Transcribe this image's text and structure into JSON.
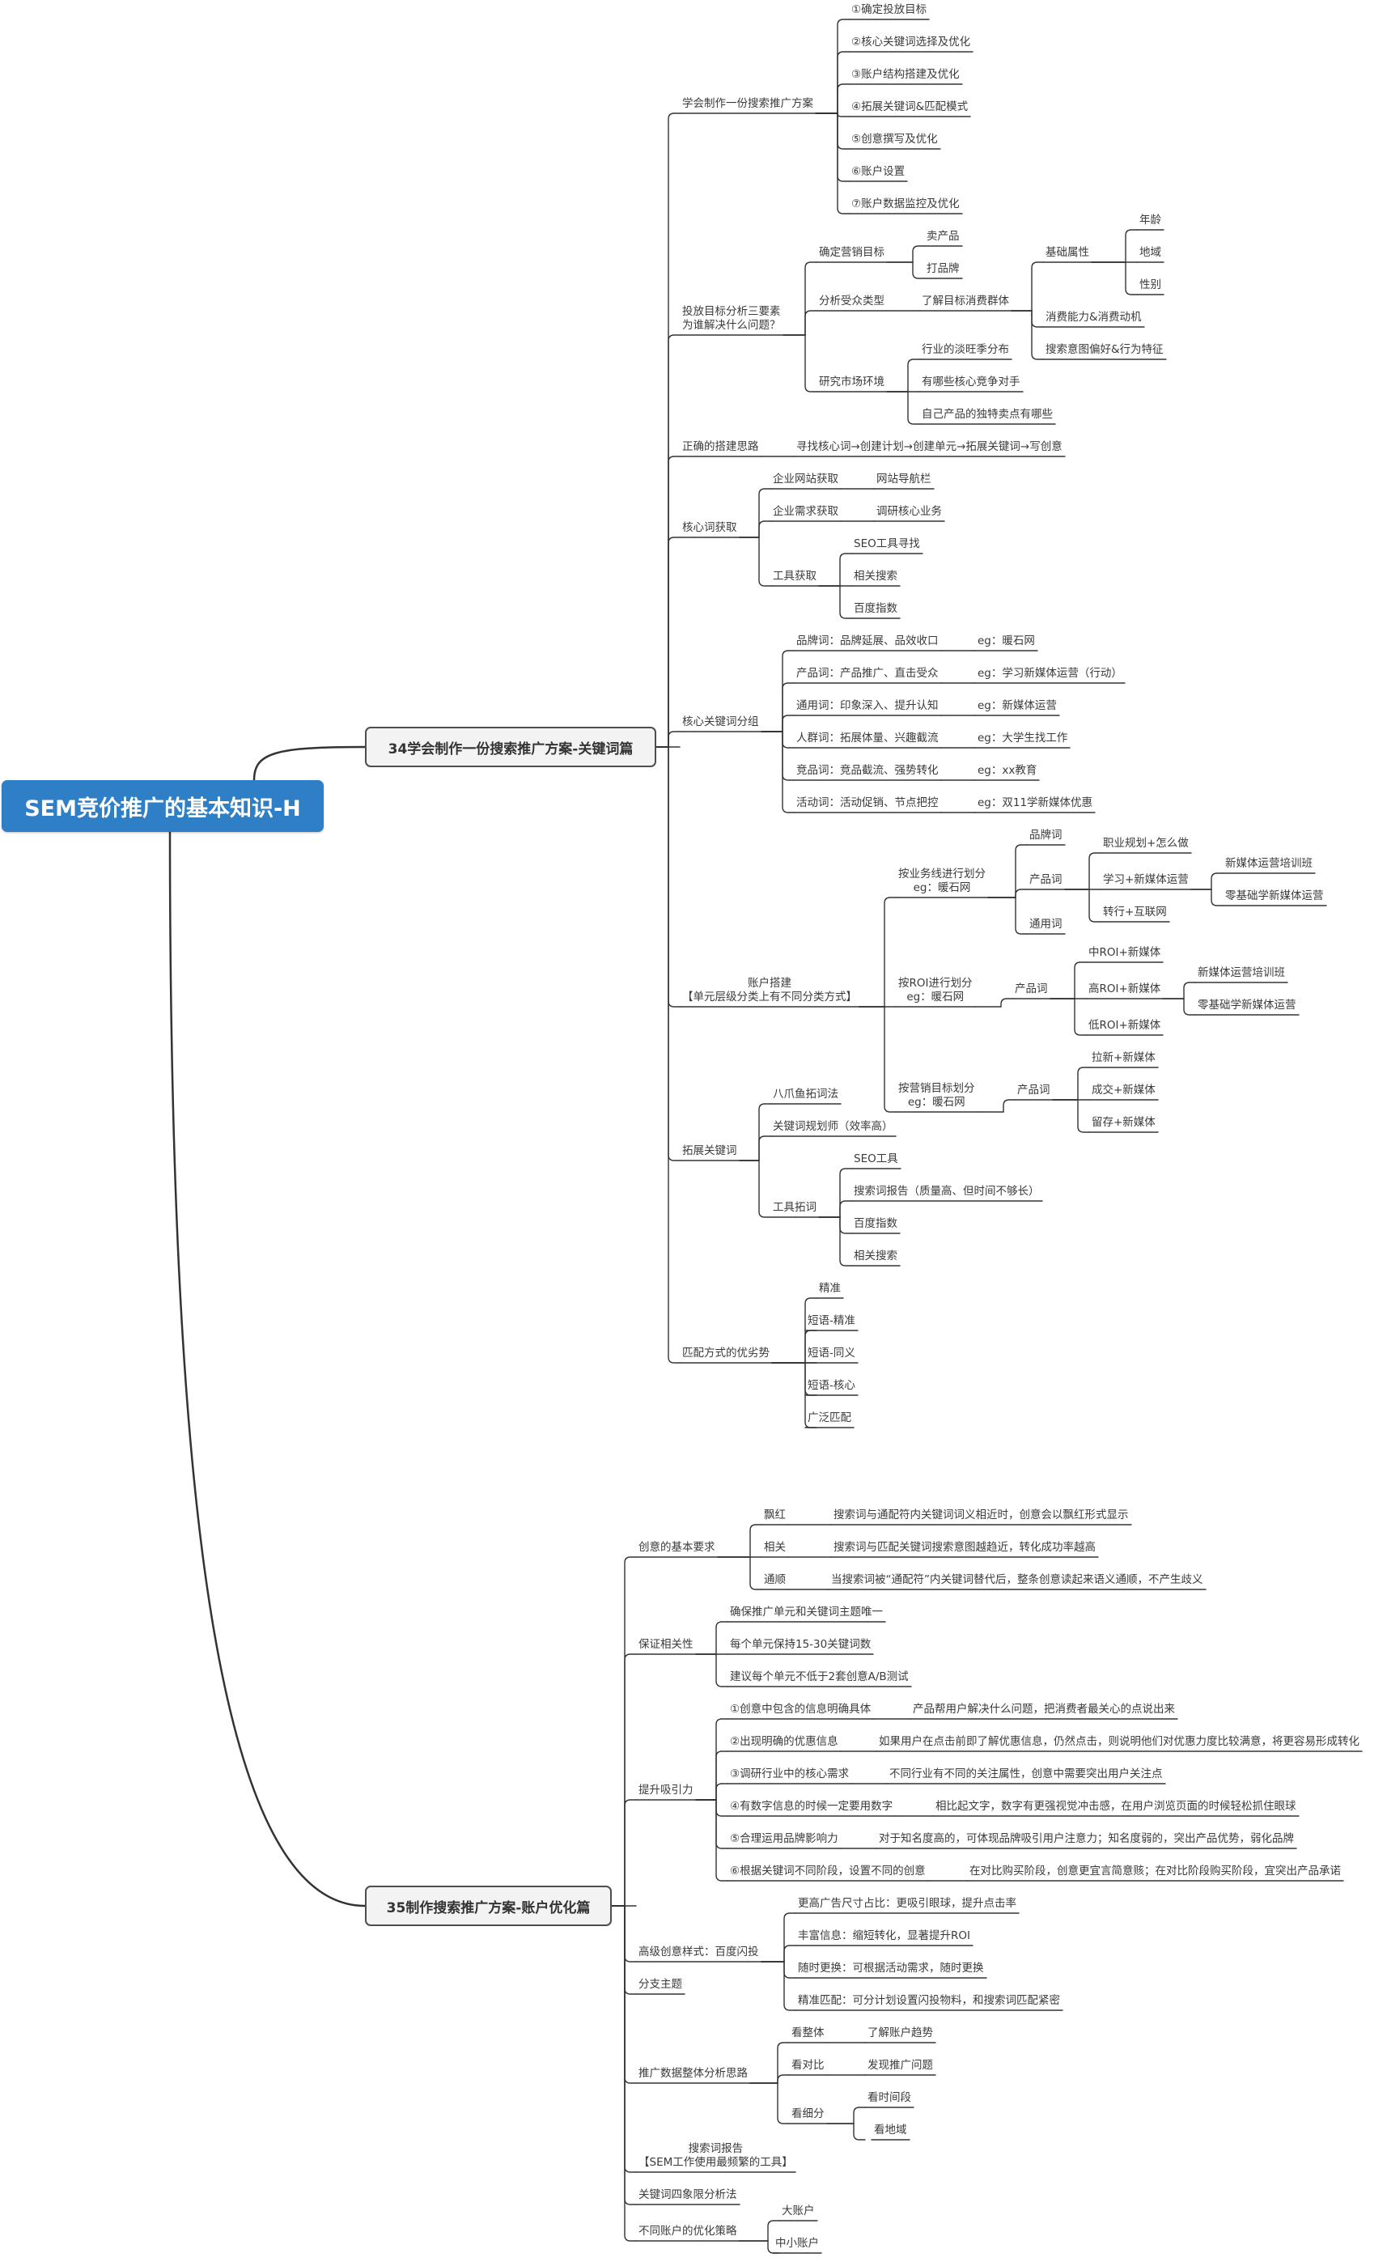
{
  "root": "SEM竞价推广的基本知识-H",
  "mains": [
    {
      "id": "m1",
      "text": "34学会制作一份搜索推广方案-关键词篇"
    },
    {
      "id": "m2",
      "text": "35制作搜索推广方案-账户优化篇"
    }
  ],
  "nodes": [
    {
      "id": "a1",
      "text": "学会制作一份搜索推广方案"
    },
    {
      "id": "a1c1",
      "text": "①确定投放目标"
    },
    {
      "id": "a1c2",
      "text": "②核心关键词选择及优化"
    },
    {
      "id": "a1c3",
      "text": "③账户结构搭建及优化"
    },
    {
      "id": "a1c4",
      "text": "④拓展关键词&匹配模式"
    },
    {
      "id": "a1c5",
      "text": "⑤创意撰写及优化"
    },
    {
      "id": "a1c6",
      "text": "⑥账户设置"
    },
    {
      "id": "a1c7",
      "text": "⑦账户数据监控及优化"
    },
    {
      "id": "a2",
      "text": "投放目标分析三要素\n为谁解决什么问题？"
    },
    {
      "id": "a2b1",
      "text": "确定营销目标"
    },
    {
      "id": "a2b1c1",
      "text": "卖产品"
    },
    {
      "id": "a2b1c2",
      "text": "打品牌"
    },
    {
      "id": "a2b2",
      "text": "分析受众类型"
    },
    {
      "id": "a2b2c1",
      "text": "了解目标消费群体"
    },
    {
      "id": "a2b2d1",
      "text": "基础属性"
    },
    {
      "id": "a2b2d1e1",
      "text": "年龄"
    },
    {
      "id": "a2b2d1e2",
      "text": "地域"
    },
    {
      "id": "a2b2d1e3",
      "text": "性别"
    },
    {
      "id": "a2b2d2",
      "text": "消费能力&消费动机"
    },
    {
      "id": "a2b2d3",
      "text": "搜索意图偏好&行为特征"
    },
    {
      "id": "a2b3",
      "text": "研究市场环境"
    },
    {
      "id": "a2b3c1",
      "text": "行业的淡旺季分布"
    },
    {
      "id": "a2b3c2",
      "text": "有哪些核心竞争对手"
    },
    {
      "id": "a2b3c3",
      "text": "自己产品的独特卖点有哪些"
    },
    {
      "id": "a3",
      "text": "正确的搭建思路"
    },
    {
      "id": "a3c1",
      "text": "寻找核心词→创建计划→创建单元→拓展关键词→写创意"
    },
    {
      "id": "a4",
      "text": "核心词获取"
    },
    {
      "id": "a4b1",
      "text": "企业网站获取"
    },
    {
      "id": "a4b1c1",
      "text": "网站导航栏"
    },
    {
      "id": "a4b2",
      "text": "企业需求获取"
    },
    {
      "id": "a4b2c1",
      "text": "调研核心业务"
    },
    {
      "id": "a4b3",
      "text": "工具获取"
    },
    {
      "id": "a4b3c1",
      "text": "SEO工具寻找"
    },
    {
      "id": "a4b3c2",
      "text": "相关搜索"
    },
    {
      "id": "a4b3c3",
      "text": "百度指数"
    },
    {
      "id": "a5",
      "text": "核心关键词分组"
    },
    {
      "id": "a5b1",
      "text": "品牌词：品牌延展、品效收口"
    },
    {
      "id": "a5b1c",
      "text": "eg：暖石网"
    },
    {
      "id": "a5b2",
      "text": "产品词：产品推广、直击受众"
    },
    {
      "id": "a5b2c",
      "text": "eg：学习新媒体运营（行动）"
    },
    {
      "id": "a5b3",
      "text": "通用词：印象深入、提升认知"
    },
    {
      "id": "a5b3c",
      "text": "eg：新媒体运营"
    },
    {
      "id": "a5b4",
      "text": "人群词：拓展体量、兴趣截流"
    },
    {
      "id": "a5b4c",
      "text": "eg：大学生找工作"
    },
    {
      "id": "a5b5",
      "text": "竞品词：竞品截流、强势转化"
    },
    {
      "id": "a5b5c",
      "text": "eg：xx教育"
    },
    {
      "id": "a5b6",
      "text": "活动词：活动促销、节点把控"
    },
    {
      "id": "a5b6c",
      "text": "eg：双11学新媒体优惠"
    },
    {
      "id": "a6",
      "text": "账户搭建\n【单元层级分类上有不同分类方式】"
    },
    {
      "id": "a6b1",
      "text": "按业务线进行划分\neg：暖石网"
    },
    {
      "id": "a6b1c1",
      "text": "品牌词"
    },
    {
      "id": "a6b1c2",
      "text": "产品词"
    },
    {
      "id": "a6b1c2d1",
      "text": "职业规划+怎么做"
    },
    {
      "id": "a6b1c2d2",
      "text": "学习+新媒体运营"
    },
    {
      "id": "a6b1c2d2e1",
      "text": "新媒体运营培训班"
    },
    {
      "id": "a6b1c2d2e2",
      "text": "零基础学新媒体运营"
    },
    {
      "id": "a6b1c2d3",
      "text": "转行+互联网"
    },
    {
      "id": "a6b1c3",
      "text": "通用词"
    },
    {
      "id": "a6b2",
      "text": "按ROI进行划分\neg：暖石网"
    },
    {
      "id": "a6b2c1",
      "text": "产品词"
    },
    {
      "id": "a6b2c1d1",
      "text": "中ROI+新媒体"
    },
    {
      "id": "a6b2c1d2",
      "text": "高ROI+新媒体"
    },
    {
      "id": "a6b2c1d2e1",
      "text": "新媒体运营培训班"
    },
    {
      "id": "a6b2c1d2e2",
      "text": "零基础学新媒体运营"
    },
    {
      "id": "a6b2c1d3",
      "text": "低ROI+新媒体"
    },
    {
      "id": "a6b3",
      "text": "按营销目标划分\neg：暖石网"
    },
    {
      "id": "a6b3c1",
      "text": "产品词"
    },
    {
      "id": "a6b3c1d1",
      "text": "拉新+新媒体"
    },
    {
      "id": "a6b3c1d2",
      "text": "成交+新媒体"
    },
    {
      "id": "a6b3c1d3",
      "text": "留存+新媒体"
    },
    {
      "id": "a7",
      "text": "拓展关键词"
    },
    {
      "id": "a7b1",
      "text": "八爪鱼拓词法"
    },
    {
      "id": "a7b2",
      "text": "关键词规划师（效率高）"
    },
    {
      "id": "a7b3",
      "text": "工具拓词"
    },
    {
      "id": "a7b3c1",
      "text": "SEO工具"
    },
    {
      "id": "a7b3c2",
      "text": "搜索词报告（质量高、但时间不够长）"
    },
    {
      "id": "a7b3c3",
      "text": "百度指数"
    },
    {
      "id": "a7b3c4",
      "text": "相关搜索"
    },
    {
      "id": "a8",
      "text": "匹配方式的优劣势"
    },
    {
      "id": "a8c1",
      "text": "精准"
    },
    {
      "id": "a8c2",
      "text": "短语-精准"
    },
    {
      "id": "a8c3",
      "text": "短语-同义"
    },
    {
      "id": "a8c4",
      "text": "短语-核心"
    },
    {
      "id": "a8c5",
      "text": "广泛匹配"
    },
    {
      "id": "b1",
      "text": "创意的基本要求"
    },
    {
      "id": "b1c1",
      "text": "飘红"
    },
    {
      "id": "b1c1d",
      "text": "搜索词与通配符内关键词词义相近时，创意会以飘红形式显示"
    },
    {
      "id": "b1c2",
      "text": "相关"
    },
    {
      "id": "b1c2d",
      "text": "搜索词与匹配关键词搜索意图越趋近，转化成功率越高"
    },
    {
      "id": "b1c3",
      "text": "通顺"
    },
    {
      "id": "b1c3d",
      "text": "当搜索词被“通配符”内关键词替代后，整条创意读起来语义通顺，不产生歧义"
    },
    {
      "id": "b2",
      "text": "保证相关性"
    },
    {
      "id": "b2c1",
      "text": "确保推广单元和关键词主题唯一"
    },
    {
      "id": "b2c2",
      "text": "每个单元保持15-30关键词数"
    },
    {
      "id": "b2c3",
      "text": "建议每个单元不低于2套创意A/B测试"
    },
    {
      "id": "b3",
      "text": "提升吸引力"
    },
    {
      "id": "b3c1",
      "text": "①创意中包含的信息明确具体"
    },
    {
      "id": "b3c1d",
      "text": "产品帮用户解决什么问题，把消费者最关心的点说出来"
    },
    {
      "id": "b3c2",
      "text": "②出现明确的优惠信息"
    },
    {
      "id": "b3c2d",
      "text": "如果用户在点击前即了解优惠信息，仍然点击，则说明他们对优惠力度比较满意，将更容易形成转化"
    },
    {
      "id": "b3c3",
      "text": "③调研行业中的核心需求"
    },
    {
      "id": "b3c3d",
      "text": "不同行业有不同的关注属性，创意中需要突出用户关注点"
    },
    {
      "id": "b3c4",
      "text": "④有数字信息的时候一定要用数字"
    },
    {
      "id": "b3c4d",
      "text": "相比起文字，数字有更强视觉冲击感，在用户浏览页面的时候轻松抓住眼球"
    },
    {
      "id": "b3c5",
      "text": "⑤合理运用品牌影响力"
    },
    {
      "id": "b3c5d",
      "text": "对于知名度高的，可体现品牌吸引用户注意力；知名度弱的，突出产品优势，弱化品牌"
    },
    {
      "id": "b3c6",
      "text": "⑥根据关键词不同阶段，设置不同的创意"
    },
    {
      "id": "b3c6d",
      "text": "在对比购买阶段，创意更宜言简意赅；在对比阶段购买阶段，宜突出产品承诺"
    },
    {
      "id": "b4",
      "text": "高级创意样式：百度闪投"
    },
    {
      "id": "b4c1",
      "text": "更高广告尺寸占比：更吸引眼球，提升点击率"
    },
    {
      "id": "b4c2",
      "text": "丰富信息：缩短转化，显著提升ROI"
    },
    {
      "id": "b4c3",
      "text": "随时更换：可根据活动需求，随时更换"
    },
    {
      "id": "b4c4",
      "text": "精准匹配：可分计划设置闪投物料，和搜索词匹配紧密"
    },
    {
      "id": "b5",
      "text": "分支主题"
    },
    {
      "id": "b6",
      "text": "推广数据整体分析思路"
    },
    {
      "id": "b6c1",
      "text": "看整体"
    },
    {
      "id": "b6c1d",
      "text": "了解账户趋势"
    },
    {
      "id": "b6c2",
      "text": "看对比"
    },
    {
      "id": "b6c2d",
      "text": "发现推广问题"
    },
    {
      "id": "b6c3",
      "text": "看细分"
    },
    {
      "id": "b6c3d1",
      "text": "看时间段"
    },
    {
      "id": "b6c3d2",
      "text": "看地域"
    },
    {
      "id": "b7",
      "text": "搜索词报告\n【SEM工作使用最频繁的工具】"
    },
    {
      "id": "b8",
      "text": "关键词四象限分析法"
    },
    {
      "id": "b9",
      "text": "不同账户的优化策略"
    },
    {
      "id": "b9c1",
      "text": "大账户"
    },
    {
      "id": "b9c2",
      "text": "中小账户"
    }
  ]
}
